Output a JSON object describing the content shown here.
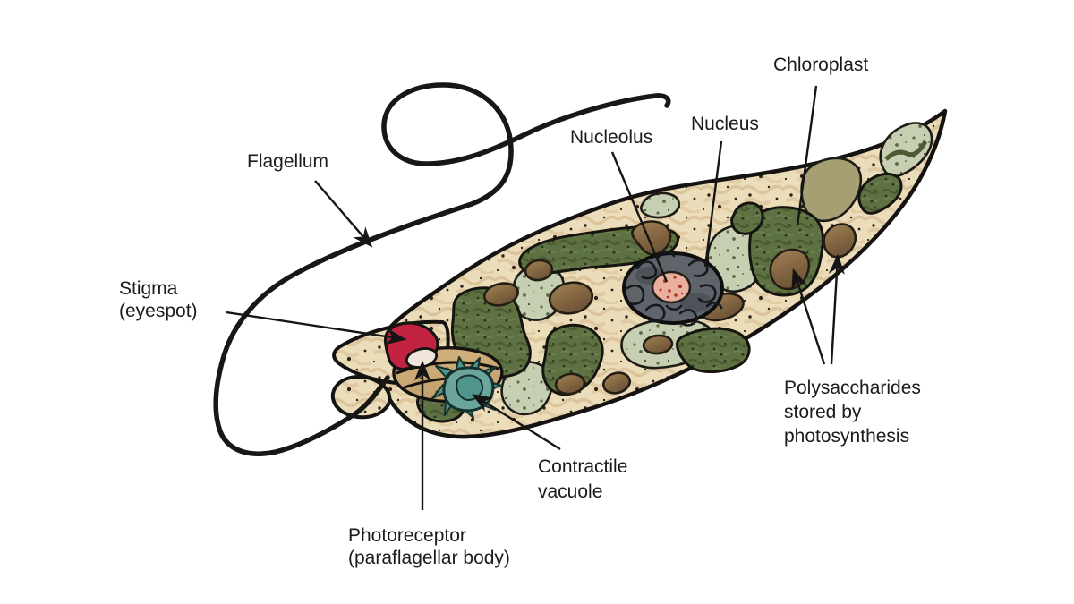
{
  "labels": {
    "flagellum": {
      "text": "Flagellum"
    },
    "stigma": {
      "line1": "Stigma",
      "line2": "(eyespot)"
    },
    "photoreceptor": {
      "line1": "Photoreceptor",
      "line2": "(paraflagellar body)"
    },
    "contractile_vacuole": {
      "line1": "Contractile",
      "line2": "vacuole"
    },
    "nucleolus": {
      "text": "Nucleolus"
    },
    "nucleus": {
      "text": "Nucleus"
    },
    "chloroplast": {
      "text": "Chloroplast"
    },
    "polysaccharides": {
      "line1": "Polysaccharides",
      "line2": "stored by",
      "line3": "photosynthesis"
    }
  },
  "colors": {
    "background": "#ffffff",
    "outline": "#181716",
    "cytoplasm": "#ebdcba",
    "cytoplasm_wave": "#d0b488",
    "speckle": "#2c2318",
    "chloroplast_green": "#5e7142",
    "chloroplast_dot": "#2b371c",
    "sage_green": "#c6cfb2",
    "khaki_olive": "#a69f74",
    "paramylon_brown": "#a0835a",
    "paramylon_brown_dark": "#6f5538",
    "reservoir_tan": "#c2a06b",
    "stigma_red": "#c22341",
    "photoreceptor_ivory": "#efe5da",
    "vacuole_teal": "#6ba59c",
    "vacuole_teal_dark": "#4f958d",
    "nucleus_gray": "#5f646b",
    "nucleolus_pink": "#e9b0a0",
    "nucleolus_dot_red": "#b03226",
    "label_text": "#1b1b1b"
  }
}
